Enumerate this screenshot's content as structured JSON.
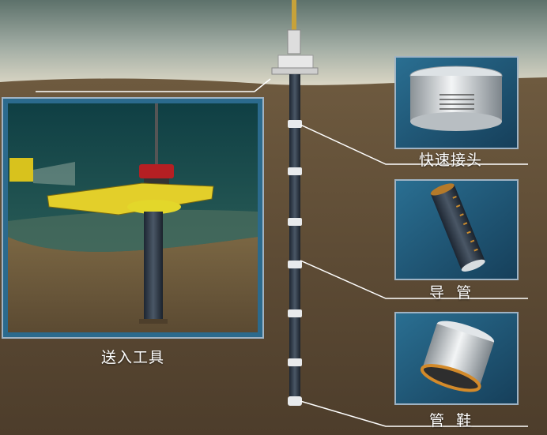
{
  "labels": {
    "quick_connector": "快速接头",
    "guide_pipe": "导  管",
    "pipe_shoe": "管  鞋",
    "running_tool": "送入工具"
  },
  "colors": {
    "water": "#2c5a58",
    "sky": "#a9b3a8",
    "seabed": "#5b4a35",
    "inset_border": "#9fb3c4",
    "pile_yellow": "#e3cf2a"
  }
}
